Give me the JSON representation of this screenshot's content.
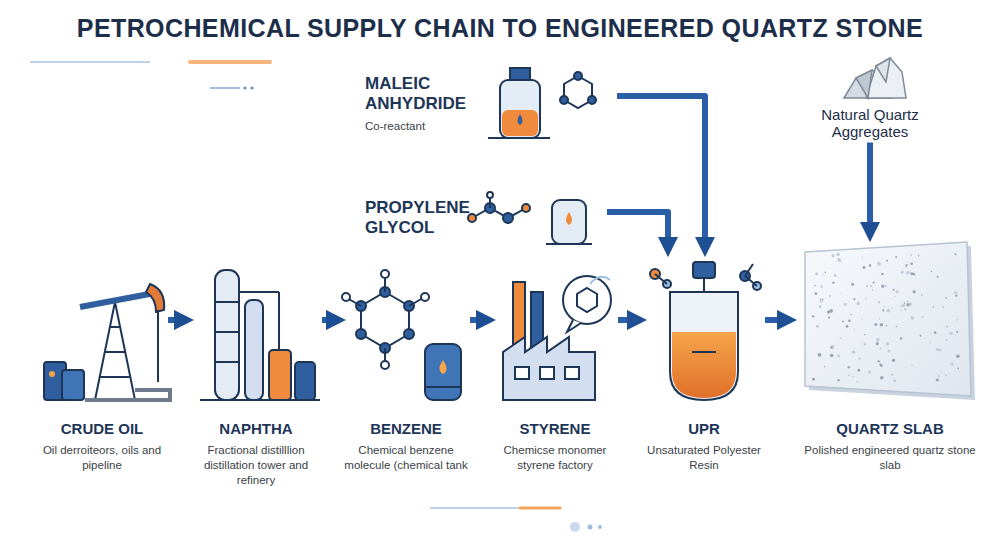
{
  "diagram": {
    "title": "PETROCHEMICAL SUPPLY CHAIN TO ENGINEERED QUARTZ STONE",
    "nodes": [
      {
        "text": [
          "MALEIC ANHYDRIDE",
          "Co-reactant"
        ]
      },
      {
        "text": [
          "PROPYLENE GLYCOL"
        ]
      },
      {
        "text": [
          "Natural Quartz Aggregates"
        ]
      },
      {
        "text": [
          "CRUDE OIL",
          "Oil derroiteors, oils and pipeline"
        ]
      },
      {
        "text": [
          "NAPHTHA",
          "Fractional distilllion distillation tower and refinery"
        ]
      },
      {
        "text": [
          "BENZENE",
          "Chemical benzene molecule (chemical tank"
        ]
      },
      {
        "text": [
          "STYRENE",
          "Chemicse monomer styrene factory"
        ]
      },
      {
        "text": [
          "UPR",
          "Unsaturated Polyester Resin"
        ]
      },
      {
        "text": [
          "QUARTZ SLAB",
          "Polished engineered quartz stone slab"
        ]
      }
    ],
    "edges": [
      {
        "from": 3,
        "to": 4,
        "arrow": "to"
      },
      {
        "from": 4,
        "to": 5,
        "arrow": "to"
      },
      {
        "from": 5,
        "to": 6,
        "arrow": "to"
      },
      {
        "from": 6,
        "to": 7,
        "arrow": "to"
      },
      {
        "from": 7,
        "to": 8,
        "arrow": "to"
      },
      {
        "from": 0,
        "to": 7,
        "arrow": "to"
      },
      {
        "from": 1,
        "to": 7,
        "arrow": "to"
      },
      {
        "from": 2,
        "to": 8,
        "arrow": "to"
      }
    ]
  }
}
